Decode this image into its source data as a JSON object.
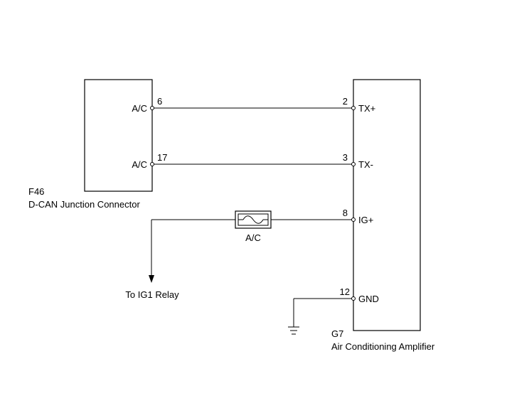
{
  "connector_f46": {
    "code": "F46",
    "name": "D-CAN Junction Connector",
    "pins": [
      {
        "label": "A/C",
        "number": "6"
      },
      {
        "label": "A/C",
        "number": "17"
      }
    ]
  },
  "amplifier_g7": {
    "code": "G7",
    "name": "Air Conditioning Amplifier",
    "pins": [
      {
        "label": "TX+",
        "number": "2"
      },
      {
        "label": "TX-",
        "number": "3"
      },
      {
        "label": "IG+",
        "number": "8"
      },
      {
        "label": "GND",
        "number": "12"
      }
    ]
  },
  "fuse": {
    "label": "A/C"
  },
  "relay": {
    "label": "To IG1 Relay"
  }
}
